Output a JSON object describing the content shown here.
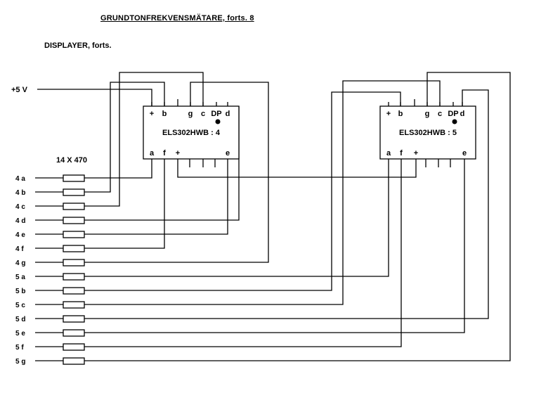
{
  "title": "GRUNDTONFREKVENSMÄTARE, forts. 8",
  "subtitle": "DISPLAYER, forts.",
  "supply_label": "+5 V",
  "resistor_label": "14 X 470",
  "displays": [
    {
      "part": "ELS302HWB : 4",
      "top_pins": [
        "+",
        "b",
        "g",
        "c",
        "DP",
        "d"
      ],
      "bottom_pins": [
        "a",
        "f",
        "+",
        "e"
      ]
    },
    {
      "part": "ELS302HWB : 5",
      "top_pins": [
        "+",
        "b",
        "g",
        "c",
        "DP",
        "d"
      ],
      "bottom_pins": [
        "a",
        "f",
        "+",
        "e"
      ]
    }
  ],
  "inputs": [
    "4 a",
    "4 b",
    "4 c",
    "4 d",
    "4 e",
    "4 f",
    "4 g",
    "5 a",
    "5 b",
    "5 c",
    "5 d",
    "5 e",
    "5 f",
    "5 g"
  ]
}
